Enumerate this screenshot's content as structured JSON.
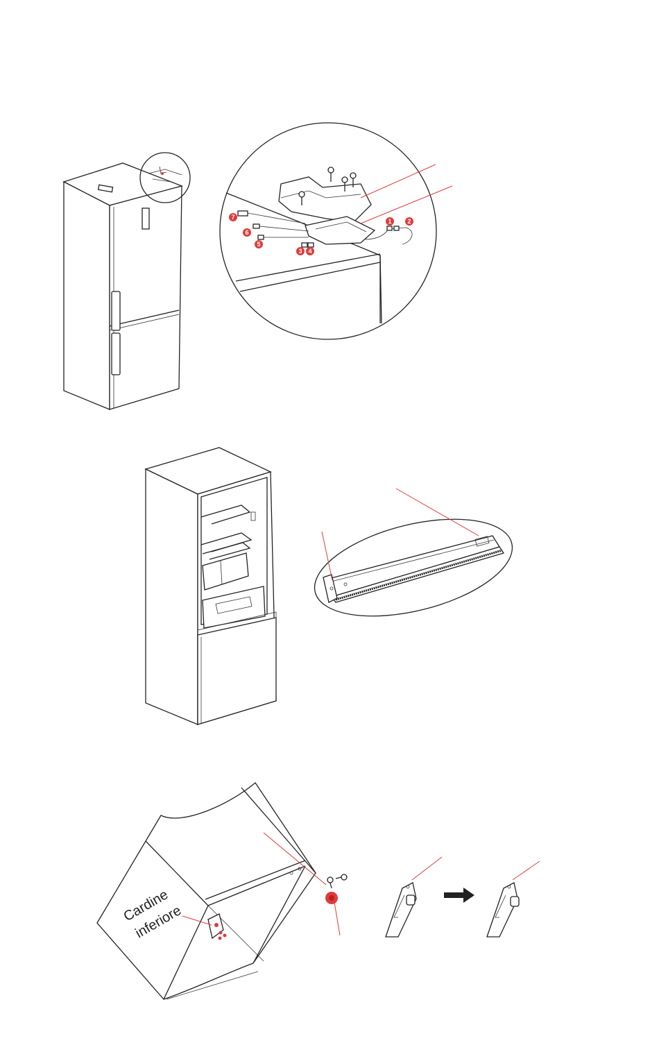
{
  "figure_1": {
    "callout_numbers": [
      "1",
      "2",
      "3",
      "4",
      "5",
      "6",
      "7"
    ]
  },
  "figure_3": {
    "label_line1": "Cardine",
    "label_line2": "inferiore"
  },
  "colors": {
    "line": "#222222",
    "callout": "#e23b3b"
  }
}
